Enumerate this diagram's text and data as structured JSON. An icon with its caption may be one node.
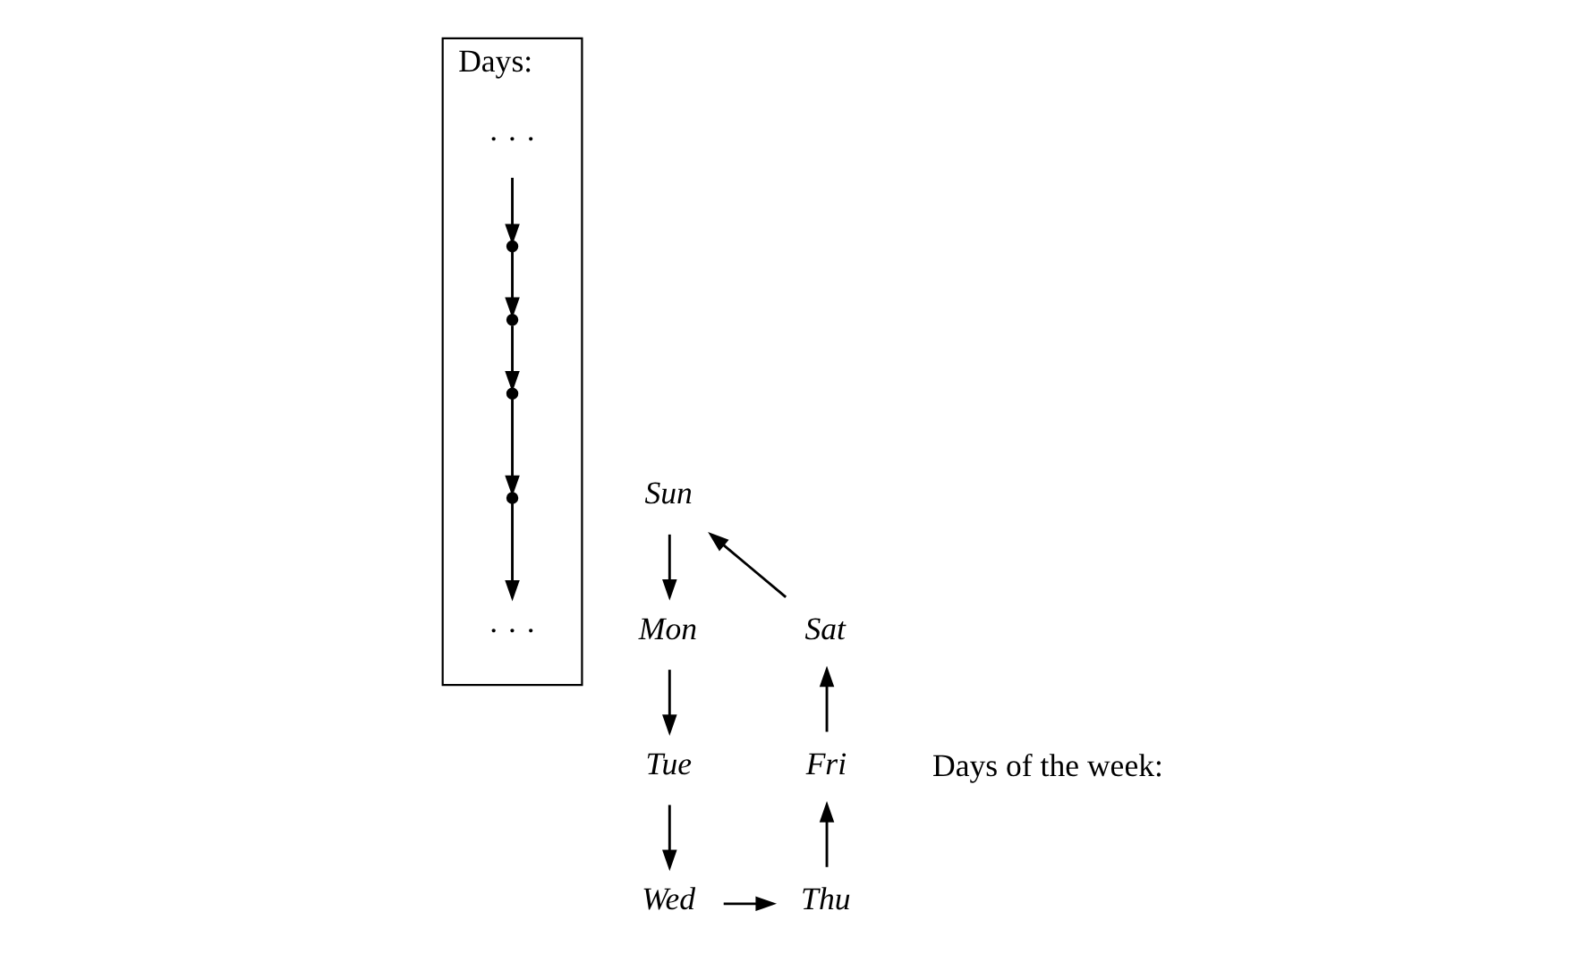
{
  "diagram": {
    "nodes": [
      {
        "text": [
          "Days:"
        ]
      },
      {
        "text": [
          "· · ·"
        ],
        "in": 0
      },
      {
        "text": [],
        "shape": "circle",
        "in": 0
      },
      {
        "text": [],
        "shape": "circle",
        "in": 0
      },
      {
        "text": [],
        "shape": "circle",
        "in": 0
      },
      {
        "text": [],
        "shape": "circle",
        "in": 0
      },
      {
        "text": [
          "· · ·"
        ],
        "in": 0
      },
      {
        "text": [
          "Sun"
        ]
      },
      {
        "text": [
          "Mon"
        ]
      },
      {
        "text": [
          "Tue"
        ]
      },
      {
        "text": [
          "Wed"
        ]
      },
      {
        "text": [
          "Thu"
        ]
      },
      {
        "text": [
          "Fri"
        ]
      },
      {
        "text": [
          "Sat"
        ]
      }
    ],
    "edges": [
      {
        "from": 1,
        "to": 2,
        "arrow": "to"
      },
      {
        "from": 2,
        "to": 3,
        "arrow": "to"
      },
      {
        "from": 3,
        "to": 4,
        "arrow": "to"
      },
      {
        "from": 4,
        "to": 5,
        "arrow": "to"
      },
      {
        "from": 5,
        "to": 6,
        "arrow": "to"
      },
      {
        "from": 7,
        "to": 8,
        "arrow": "to"
      },
      {
        "from": 8,
        "to": 9,
        "arrow": "to"
      },
      {
        "from": 9,
        "to": 10,
        "arrow": "to"
      },
      {
        "from": 10,
        "to": 11,
        "arrow": "to"
      },
      {
        "from": 11,
        "to": 12,
        "arrow": "to"
      },
      {
        "from": 12,
        "to": 13,
        "arrow": "to"
      },
      {
        "from": 13,
        "to": 7,
        "arrow": "to"
      }
    ],
    "labels": [
      "Days of the week:"
    ]
  }
}
